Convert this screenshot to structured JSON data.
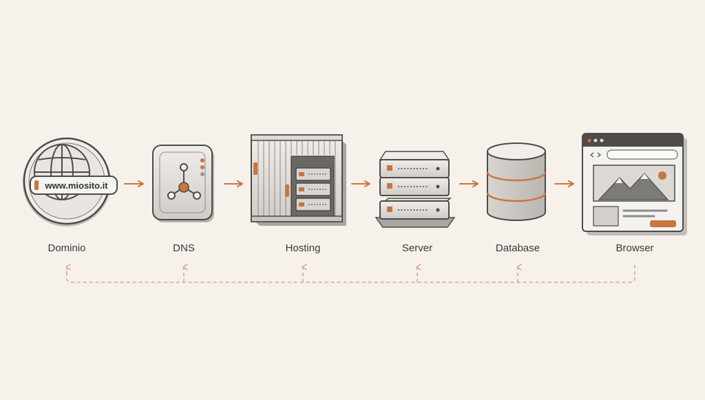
{
  "diagram": {
    "colors": {
      "background": "#f6f1ea",
      "accent": "#c8753f",
      "stroke": "#4a4a4a",
      "fill_light": "#ebe8e3",
      "fill_mid": "#d6d3ce",
      "dashed_line": "#d9a683"
    },
    "nodes": [
      {
        "id": "dominio",
        "label": "Dominio",
        "icon": "globe-icon",
        "url_text": "www.miosito.it"
      },
      {
        "id": "dns",
        "label": "DNS",
        "icon": "dns-network-icon"
      },
      {
        "id": "hosting",
        "label": "Hosting",
        "icon": "container-icon"
      },
      {
        "id": "server",
        "label": "Server",
        "icon": "server-stack-icon"
      },
      {
        "id": "database",
        "label": "Database",
        "icon": "database-icon"
      },
      {
        "id": "browser",
        "label": "Browser",
        "icon": "browser-window-icon"
      }
    ],
    "connections": [
      {
        "from": "dominio",
        "to": "dns",
        "style": "solid-arrow"
      },
      {
        "from": "dns",
        "to": "hosting",
        "style": "solid-arrow"
      },
      {
        "from": "hosting",
        "to": "server",
        "style": "solid-arrow"
      },
      {
        "from": "server",
        "to": "database",
        "style": "solid-arrow"
      },
      {
        "from": "database",
        "to": "browser",
        "style": "solid-arrow"
      }
    ],
    "feedback": {
      "from": "browser",
      "to": [
        "dominio",
        "dns",
        "hosting",
        "server",
        "database"
      ],
      "style": "dashed-arrow"
    }
  }
}
